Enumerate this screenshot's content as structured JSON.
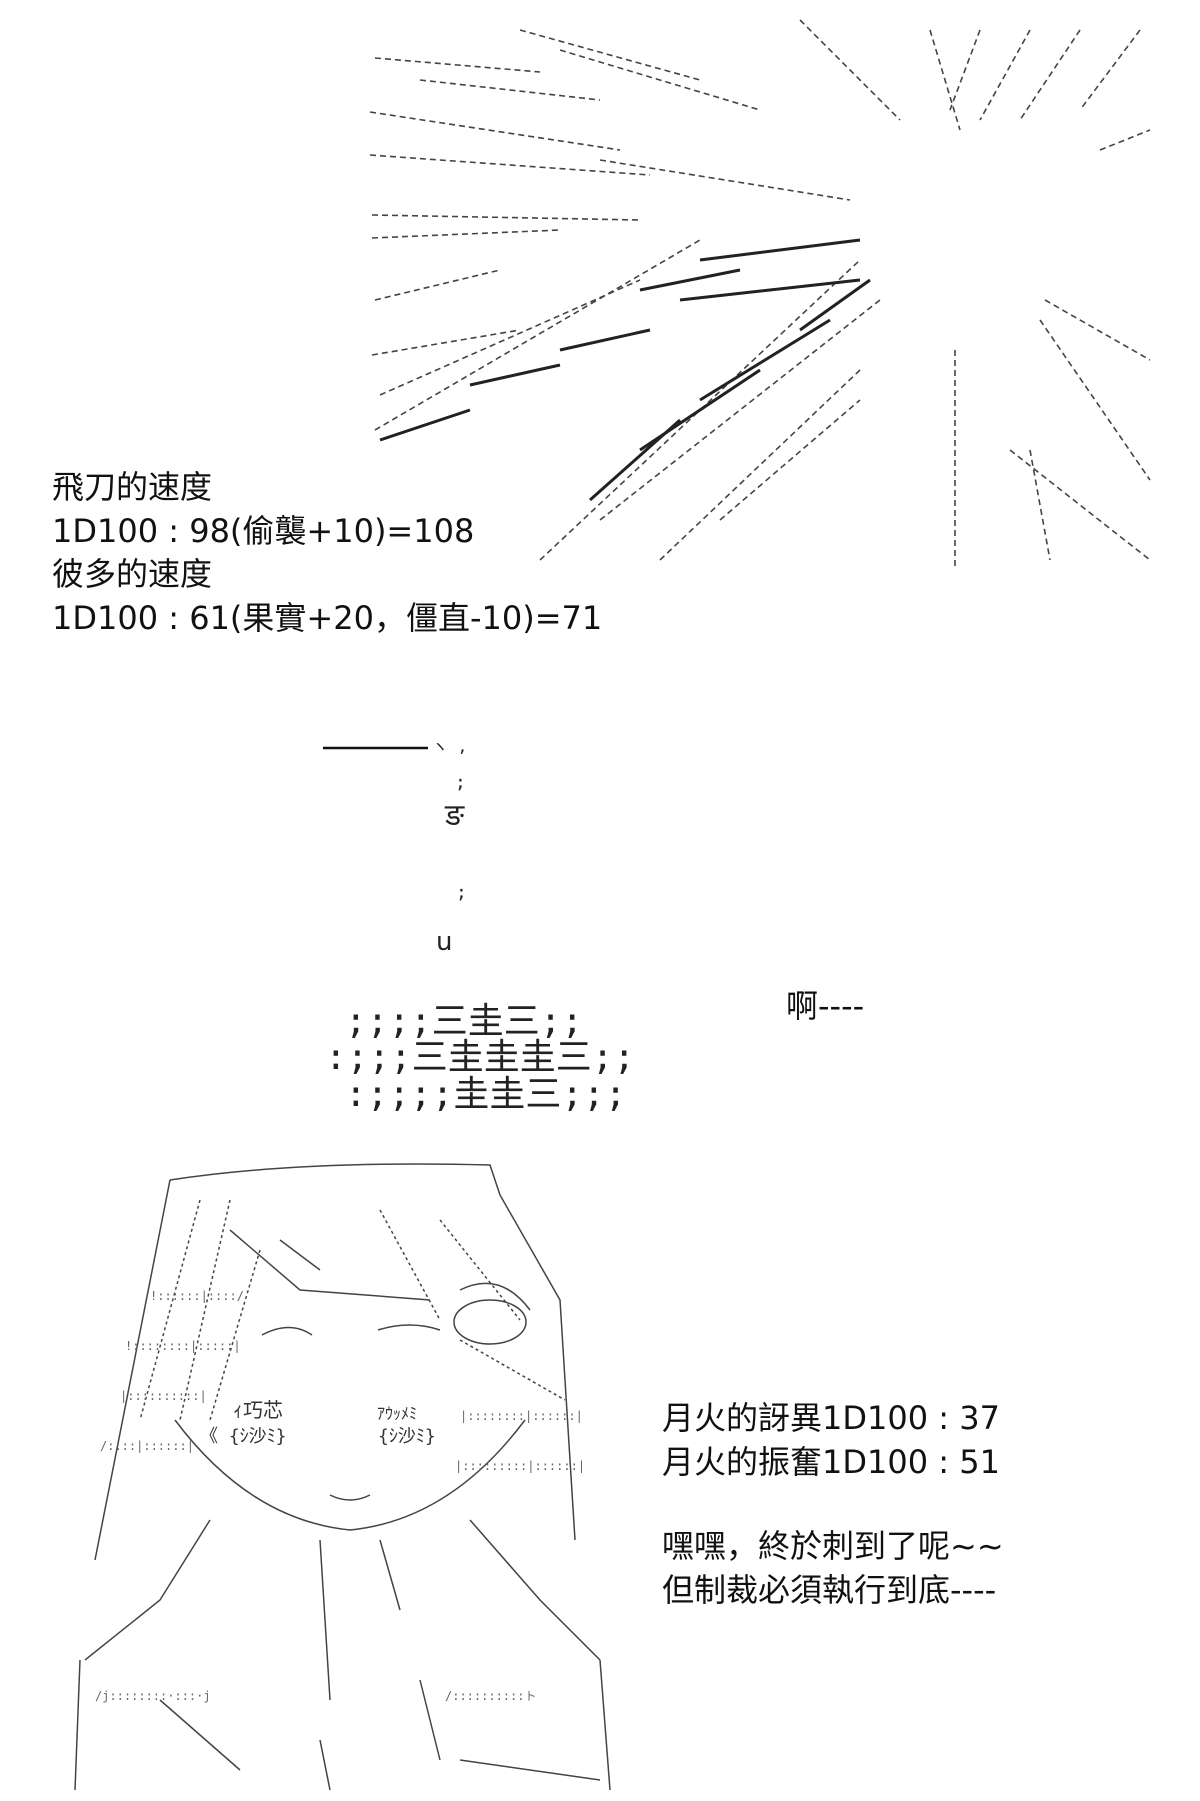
{
  "roll_block": {
    "line1": "飛刀的速度",
    "line2": "1D100 : 98(偷襲+10)=108",
    "line3": "彼多的速度",
    "line4": "1D100 : 61(果實+20，僵直-10)=71"
  },
  "scream": "啊----",
  "stack_art": {
    "row1": ";;;;三圭三;;",
    "row2": ":;;;三圭圭圭三;;",
    "row3": ":;;;;圭圭三;;;"
  },
  "face_art": {
    "left_label": "ｨ巧芯",
    "left_eye": "《 {ｼ沙ﾐ}",
    "right_label": "ｱｳｯﾒﾐ",
    "right_eye": "{ｼ沙ﾐ}"
  },
  "judge_block": {
    "line1": "月火的訝異1D100 : 37",
    "line2": "月火的振奮1D100 : 51",
    "line3": "嘿嘿，終於刺到了呢~~",
    "line4": "但制裁必須執行到底----"
  }
}
